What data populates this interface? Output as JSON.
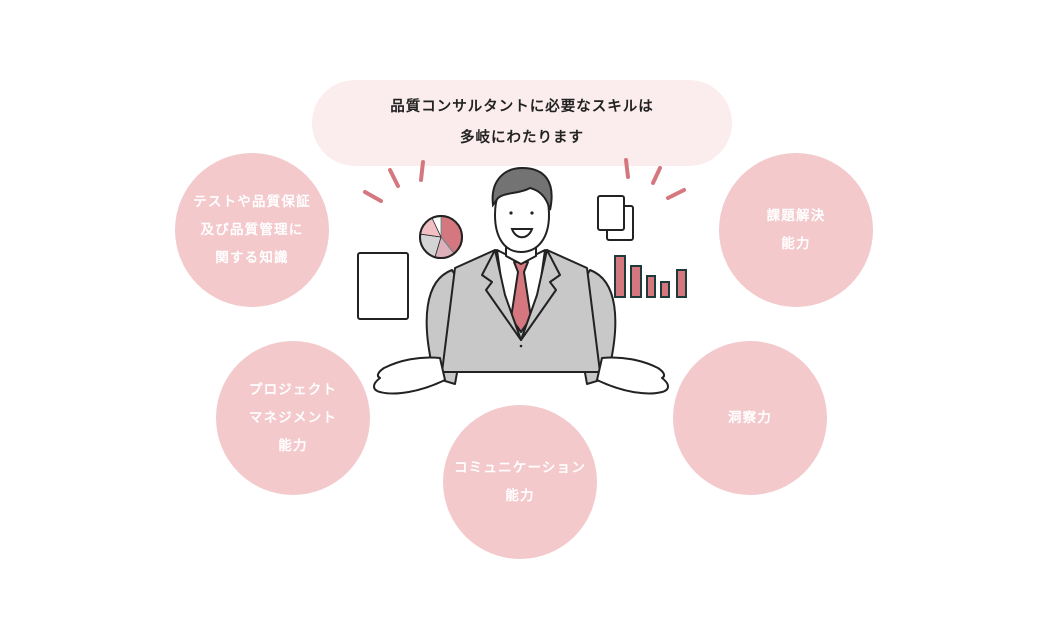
{
  "speech_bubble": {
    "line1": "品質コンサルタントに必要なスキルは",
    "line2": "多岐にわたります"
  },
  "skills": [
    {
      "lines": [
        "テストや品質保証",
        "及び品質管理に",
        "関する知識"
      ]
    },
    {
      "lines": [
        "課題解決",
        "能力"
      ]
    },
    {
      "lines": [
        "プロジェクト",
        "マネジメント",
        "能力"
      ]
    },
    {
      "lines": [
        "コミュニケーション",
        "能力"
      ]
    },
    {
      "lines": [
        "洞察力"
      ]
    }
  ],
  "colors": {
    "bubble_bg": "#fbeced",
    "circle_bg": "#f3c9cc",
    "accent": "#d4777f",
    "suit": "#c8c8c8",
    "hair": "#737373",
    "text_dark": "#222222",
    "text_light": "#ffffff"
  },
  "illustration": {
    "subject": "businessman presenting with open hands",
    "icons": [
      "document-icon",
      "pie-chart-icon",
      "copy-documents-icon",
      "bar-chart-icon"
    ]
  }
}
